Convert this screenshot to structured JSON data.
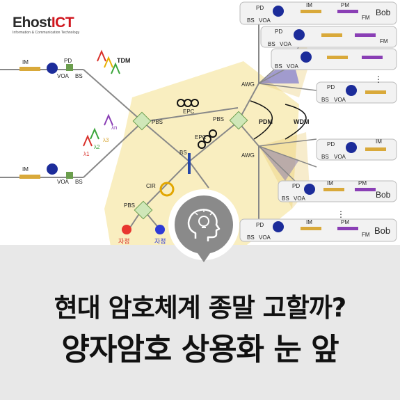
{
  "brand": {
    "logo_prefix_glyph": "E",
    "logo_host": "host",
    "logo_ict": "ICT",
    "tagline": "Information & Communication Technology",
    "colors": {
      "accent": "#d0161e",
      "dark": "#2a2a2a"
    }
  },
  "headline": {
    "line1": "현대 암호체계 종말 고할까?",
    "line2": "양자암호 상용화 눈 앞"
  },
  "badge": {
    "icon": "head-lightbulb-icon"
  },
  "diagram": {
    "labels": {
      "tdm": "TDM",
      "epc": "EPC",
      "pbs": "PBS",
      "bs": "BS",
      "cir": "CIR",
      "awg": "AWG",
      "pdm": "PDM",
      "wdm": "WDM",
      "im": "IM",
      "pm": "PM",
      "pd": "PD",
      "voa": "VOA",
      "fm": "FM",
      "bob": "Bob",
      "ellipsis": "⋮",
      "lambda1": "λ1",
      "lambda2": "λ2",
      "lambda3": "λ3",
      "lambdan": "λn",
      "ghost_left": "자정",
      "ghost_right": "자정"
    },
    "colors": {
      "fiber": "#888888",
      "hub": "#f9eec0",
      "node": "#cfe7b8",
      "bs_bar": "#2546a8",
      "laser": "#1c2c9a",
      "im_bar": "#d9a93a",
      "pm_bar": "#8a3fb5"
    }
  }
}
